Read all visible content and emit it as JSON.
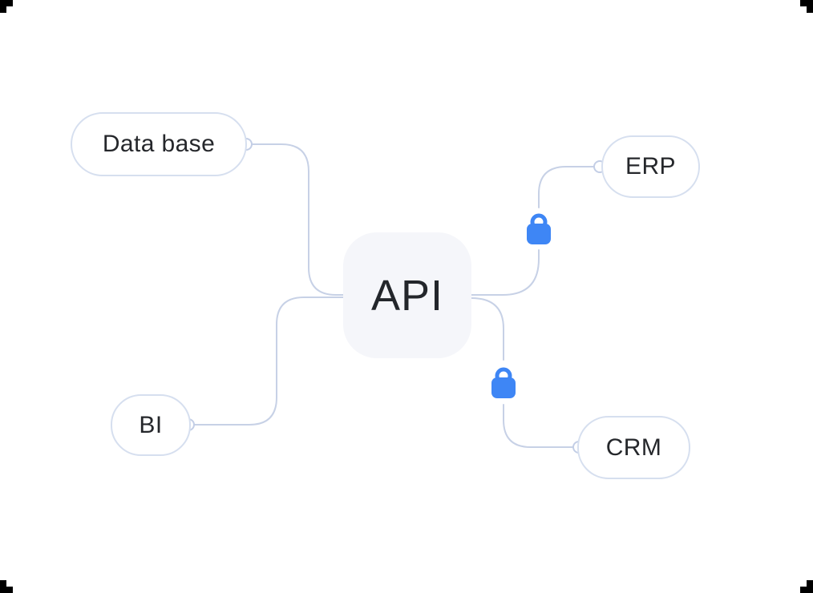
{
  "diagram": {
    "center": {
      "label": "API"
    },
    "nodes": [
      {
        "id": "database",
        "label": "Data base"
      },
      {
        "id": "erp",
        "label": "ERP"
      },
      {
        "id": "bi",
        "label": "BI"
      },
      {
        "id": "crm",
        "label": "CRM"
      }
    ],
    "connections": [
      {
        "from": "API",
        "to": "Data base"
      },
      {
        "from": "API",
        "to": "ERP",
        "icon": "lock-icon"
      },
      {
        "from": "API",
        "to": "BI"
      },
      {
        "from": "API",
        "to": "CRM",
        "icon": "lock-icon"
      }
    ],
    "colors": {
      "background": "#ffffff",
      "connector_line": "#c7d1e6",
      "node_border": "#d6dfef",
      "center_node_fill": "#f5f6fa",
      "lock_blue": "#3e86f5",
      "label_text": "#25272b",
      "corner_mark": "#000000"
    }
  }
}
